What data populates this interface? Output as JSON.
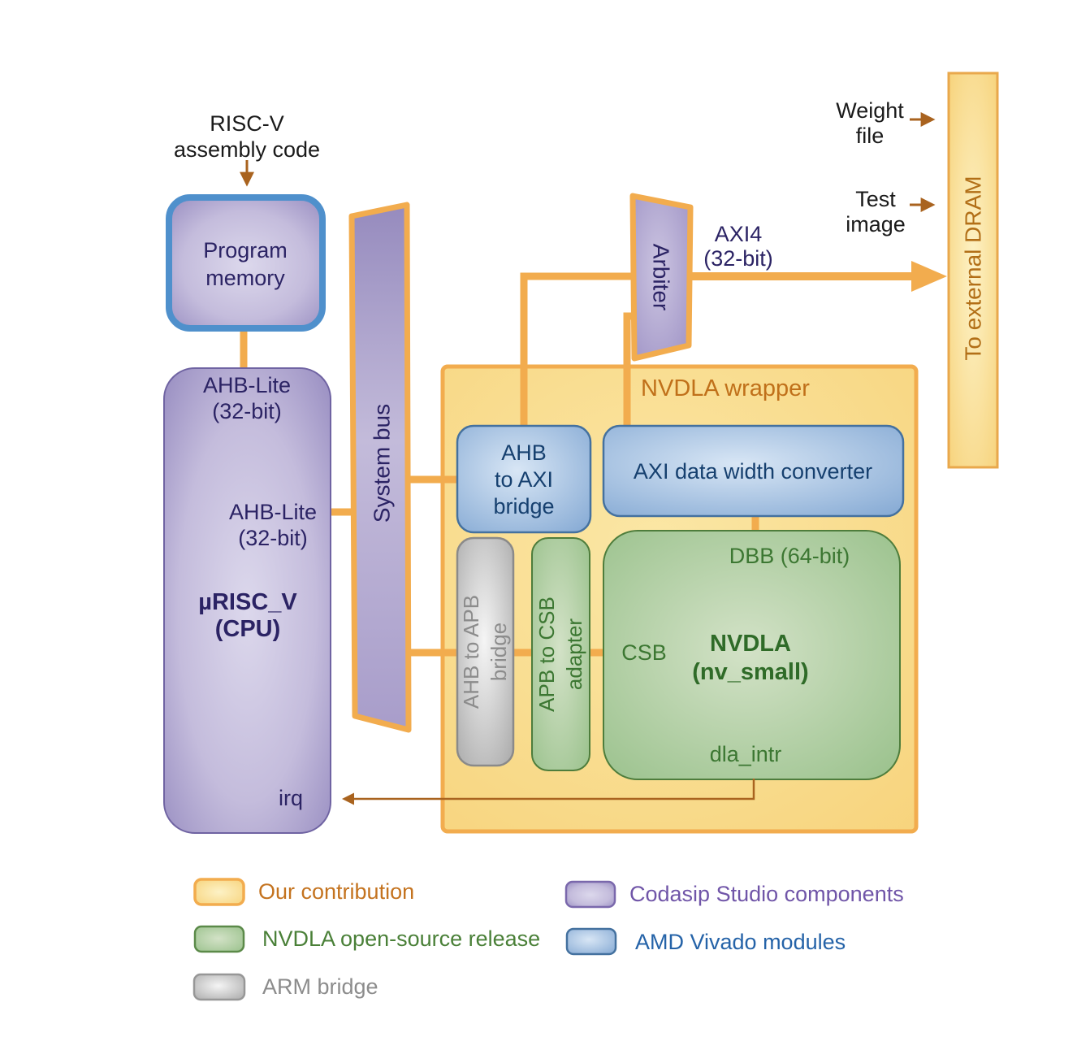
{
  "nodes": {
    "riscv_code": {
      "line1": "RISC-V",
      "line2": "assembly code"
    },
    "program_memory": {
      "line1": "Program",
      "line2": "memory"
    },
    "cpu": {
      "port_top_line1": "AHB-Lite",
      "port_top_line2": "(32-bit)",
      "port_mid_line1": "AHB-Lite",
      "port_mid_line2": "(32-bit)",
      "name_line1": "µRISC_V",
      "name_line2": "(CPU)",
      "irq": "irq"
    },
    "system_bus": {
      "label": "System bus"
    },
    "arbiter": {
      "label": "Arbiter"
    },
    "axi4_link": {
      "line1": "AXI4",
      "line2": "(32-bit)"
    },
    "external_dram": {
      "label": "To external DRAM"
    },
    "weight_file": {
      "line1": "Weight",
      "line2": "file"
    },
    "test_image": {
      "line1": "Test",
      "line2": "image"
    },
    "nvdla_wrapper": {
      "title": "NVDLA wrapper"
    },
    "ahb_axi_bridge": {
      "line1": "AHB",
      "line2": "to AXI",
      "line3": "bridge"
    },
    "axi_width_converter": {
      "label": "AXI data width converter"
    },
    "ahb_apb_bridge": {
      "line1": "AHB to APB",
      "line2": "bridge"
    },
    "apb_csb_adapter": {
      "line1": "APB to CSB",
      "line2": "adapter"
    },
    "nvdla_core": {
      "dbb": "DBB (64-bit)",
      "csb": "CSB",
      "name_line1": "NVDLA",
      "name_line2": "(nv_small)",
      "dla_intr": "dla_intr"
    }
  },
  "legend": {
    "items": [
      {
        "id": "contribution",
        "label": "Our contribution"
      },
      {
        "id": "nvdla-release",
        "label": "NVDLA open-source release"
      },
      {
        "id": "arm-bridge",
        "label": "ARM bridge"
      },
      {
        "id": "codasip",
        "label": "Codasip Studio components"
      },
      {
        "id": "vivado",
        "label": "AMD Vivado modules"
      }
    ]
  },
  "colors": {
    "accent_orange": "#F2AC4E",
    "wire_brown": "#A9631F",
    "gold_fill": "#F9DC8C",
    "purple_fill": "#AFA5CE",
    "blue_fill": "#9FBCDE",
    "green_fill": "#A9C99A",
    "gray_fill": "#C9C9C9",
    "navy_text": "#2B2364",
    "green_text": "#3C7732",
    "wrapper_title_text": "#C0701A",
    "dram_text": "#B26F17"
  }
}
